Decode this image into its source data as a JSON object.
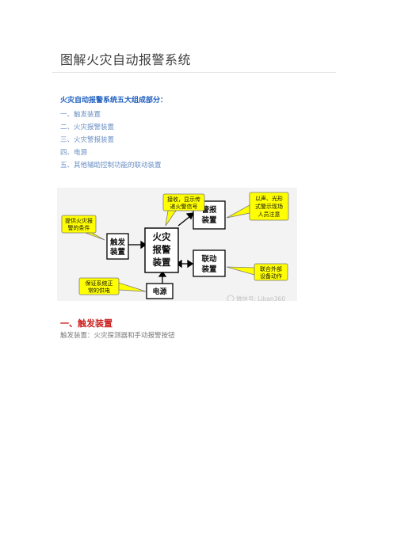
{
  "document": {
    "title": "图解火灾自动报警系统",
    "intro_heading": "火灾自动报警系统五大组成部分：",
    "components": [
      "一、触发装置",
      "二、火灾报警装置",
      "三、火灾警报装置",
      "四、电源",
      "五、其他辅助控制功能的联动装置"
    ],
    "section_heading": "一、触发装置",
    "section_text": "触发装置：火灾探测器和手动报警按钮"
  },
  "diagram": {
    "boxes": {
      "trigger": [
        "触发",
        "装置"
      ],
      "alarm_control": [
        "火灾",
        "报警",
        "装置"
      ],
      "alarm_device": [
        "警报",
        "装置"
      ],
      "linkage": [
        "联动",
        "装置"
      ],
      "power": "电源"
    },
    "callouts": {
      "trigger_note": [
        "提供火灾报",
        "警的条件"
      ],
      "control_note": [
        "接收，显示传",
        "递火警信号"
      ],
      "alarm_note": [
        "以声、光形",
        "式警示现场",
        "人员注意"
      ],
      "linkage_note": [
        "联合外部",
        "设备动作"
      ],
      "power_note": [
        "保证系统正",
        "常的供电"
      ]
    },
    "watermark": "微信号: Liban360"
  },
  "colors": {
    "callout_fill": "#ffff00",
    "callout_stroke": "#7a7a7a",
    "box_stroke": "#000000",
    "diagram_bg": "#f3f3f3",
    "heading_blue": "#1f5fbf",
    "list_blue": "#6a8fc4",
    "section_red": "#cc2020"
  }
}
